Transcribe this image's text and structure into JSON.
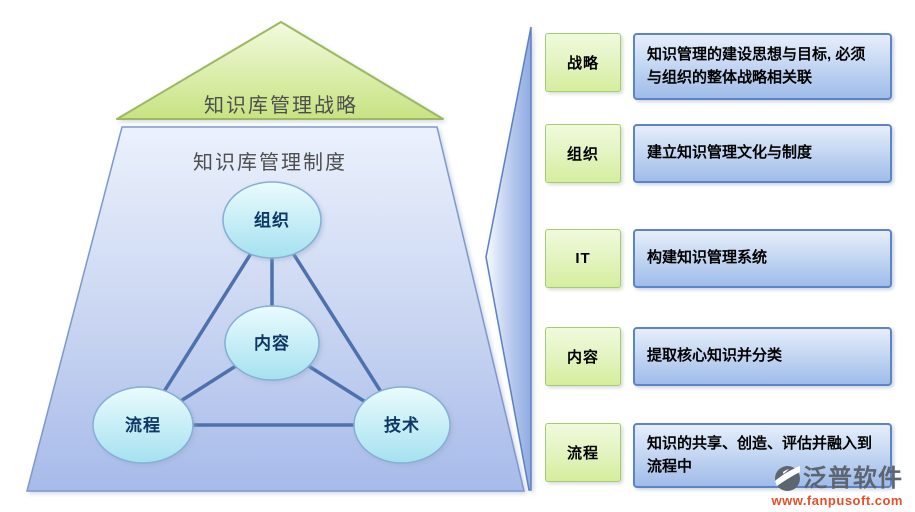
{
  "pyramid": {
    "roof_label": "知识库管理战略",
    "body_label": "知识库管理制度",
    "nodes": {
      "top": "组织",
      "middle": "内容",
      "bottom_left": "流程",
      "bottom_right": "技术"
    }
  },
  "legend": {
    "rows": [
      {
        "label": "战略",
        "desc": "知识管理的建设思想与目标, 必须与组织的整体战略相关联"
      },
      {
        "label": "组织",
        "desc": "建立知识管理文化与制度"
      },
      {
        "label": "IT",
        "desc": "构建知识管理系统"
      },
      {
        "label": "内容",
        "desc": "提取核心知识并分类"
      },
      {
        "label": "流程",
        "desc": "知识的共享、创造、评估并融入到流程中"
      }
    ]
  },
  "watermark": {
    "brand": "泛普软件",
    "url": "www.fanpusoft.com"
  },
  "colors": {
    "roof_fill_top": "#f0f9da",
    "roof_fill_bottom": "#c7e381",
    "roof_border": "#9db85f",
    "body_fill_top": "#eaf0fc",
    "body_fill_bottom": "#a7baea",
    "body_border": "#7e98ce",
    "node_fill_top": "#e8fafd",
    "node_fill_bottom": "#a5e1f0",
    "node_border": "#86aed6",
    "connector_line": "#4d71ac",
    "label_box_border": "#a6cc71",
    "desc_box_border": "#5d84c6",
    "watermark_brand": "#5d6570",
    "watermark_url": "#e4502a"
  }
}
